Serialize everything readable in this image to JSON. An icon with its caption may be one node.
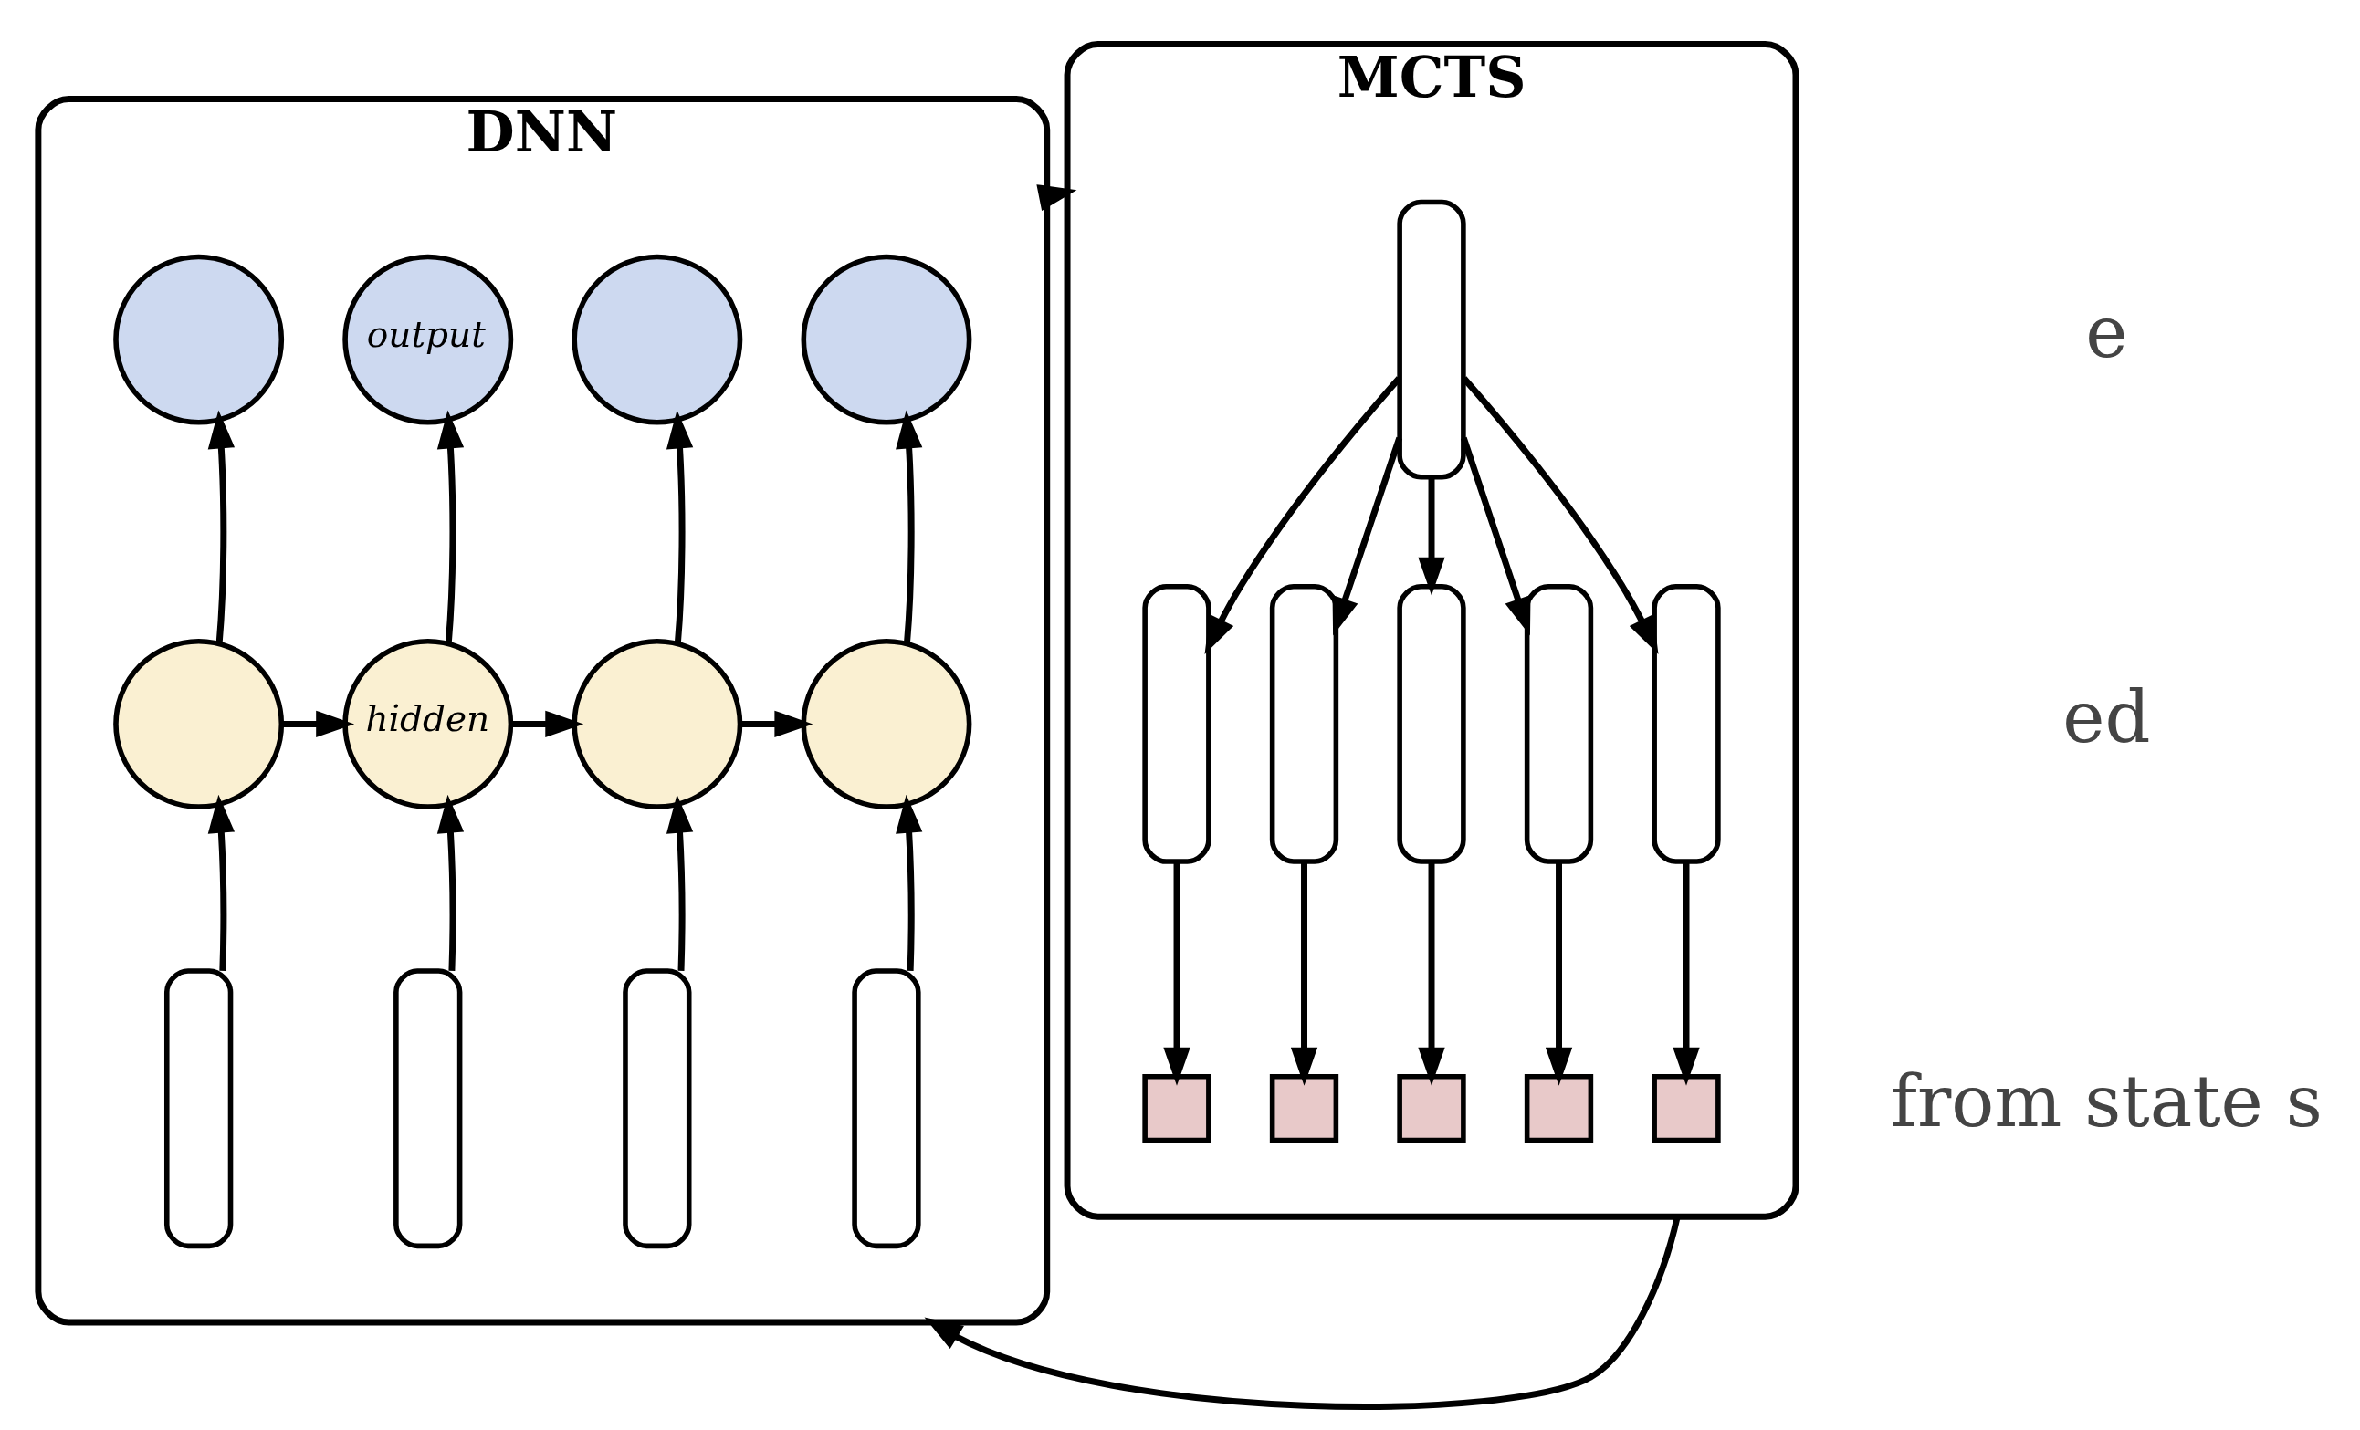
{
  "diagram": {
    "nodes": [
      {
        "text": [
          "DNN"
        ]
      },
      {
        "text": [],
        "shape": "circle",
        "in": 0
      },
      {
        "text": [
          "output"
        ],
        "in": 0
      },
      {
        "text": [],
        "shape": "circle",
        "in": 0
      },
      {
        "text": [],
        "shape": "circle",
        "in": 0
      },
      {
        "text": [],
        "shape": "circle",
        "in": 0
      },
      {
        "text": [
          "hidden"
        ],
        "in": 0
      },
      {
        "text": [],
        "shape": "circle",
        "in": 0
      },
      {
        "text": [],
        "shape": "circle",
        "in": 0
      },
      {
        "text": [],
        "shape": "box",
        "in": 0
      },
      {
        "text": [],
        "shape": "box",
        "in": 0
      },
      {
        "text": [],
        "shape": "box",
        "in": 0
      },
      {
        "text": [],
        "shape": "box",
        "in": 0
      },
      {
        "text": [
          "MCTS"
        ]
      },
      {
        "text": [],
        "shape": "box",
        "in": 13
      },
      {
        "text": [],
        "shape": "box",
        "in": 13
      },
      {
        "text": [],
        "shape": "box",
        "in": 13
      },
      {
        "text": [],
        "shape": "box",
        "in": 13
      },
      {
        "text": [],
        "shape": "box",
        "in": 13
      },
      {
        "text": [],
        "shape": "box",
        "in": 13
      },
      {
        "text": [],
        "shape": "box",
        "in": 13
      },
      {
        "text": [],
        "shape": "box",
        "in": 13
      },
      {
        "text": [],
        "shape": "box",
        "in": 13
      },
      {
        "text": [],
        "shape": "box",
        "in": 13
      },
      {
        "text": [],
        "shape": "box",
        "in": 13
      }
    ],
    "edges": [
      {
        "from": 0,
        "to": 13,
        "arrow": "to"
      },
      {
        "from": 5,
        "to": 1,
        "arrow": "to"
      },
      {
        "from": 6,
        "to": 2,
        "arrow": "to"
      },
      {
        "from": 7,
        "to": 3,
        "arrow": "to"
      },
      {
        "from": 8,
        "to": 4,
        "arrow": "to"
      },
      {
        "from": 5,
        "to": 6,
        "arrow": "to"
      },
      {
        "from": 6,
        "to": 7,
        "arrow": "to"
      },
      {
        "from": 7,
        "to": 8,
        "arrow": "to"
      },
      {
        "from": 9,
        "to": 5,
        "arrow": "to"
      },
      {
        "from": 10,
        "to": 6,
        "arrow": "to"
      },
      {
        "from": 11,
        "to": 7,
        "arrow": "to"
      },
      {
        "from": 12,
        "to": 8,
        "arrow": "to"
      },
      {
        "from": 14,
        "to": 15,
        "arrow": "to"
      },
      {
        "from": 14,
        "to": 16,
        "arrow": "to"
      },
      {
        "from": 14,
        "to": 17,
        "arrow": "to"
      },
      {
        "from": 14,
        "to": 18,
        "arrow": "to"
      },
      {
        "from": 14,
        "to": 19,
        "arrow": "to"
      },
      {
        "from": 15,
        "to": 20,
        "arrow": "to"
      },
      {
        "from": 16,
        "to": 21,
        "arrow": "to"
      },
      {
        "from": 17,
        "to": 22,
        "arrow": "to"
      },
      {
        "from": 18,
        "to": 23,
        "arrow": "to"
      },
      {
        "from": 19,
        "to": 24,
        "arrow": "to"
      },
      {
        "from": 13,
        "to": 0,
        "arrow": "to"
      }
    ],
    "labels": [
      "e",
      "ed",
      "from state s"
    ]
  }
}
